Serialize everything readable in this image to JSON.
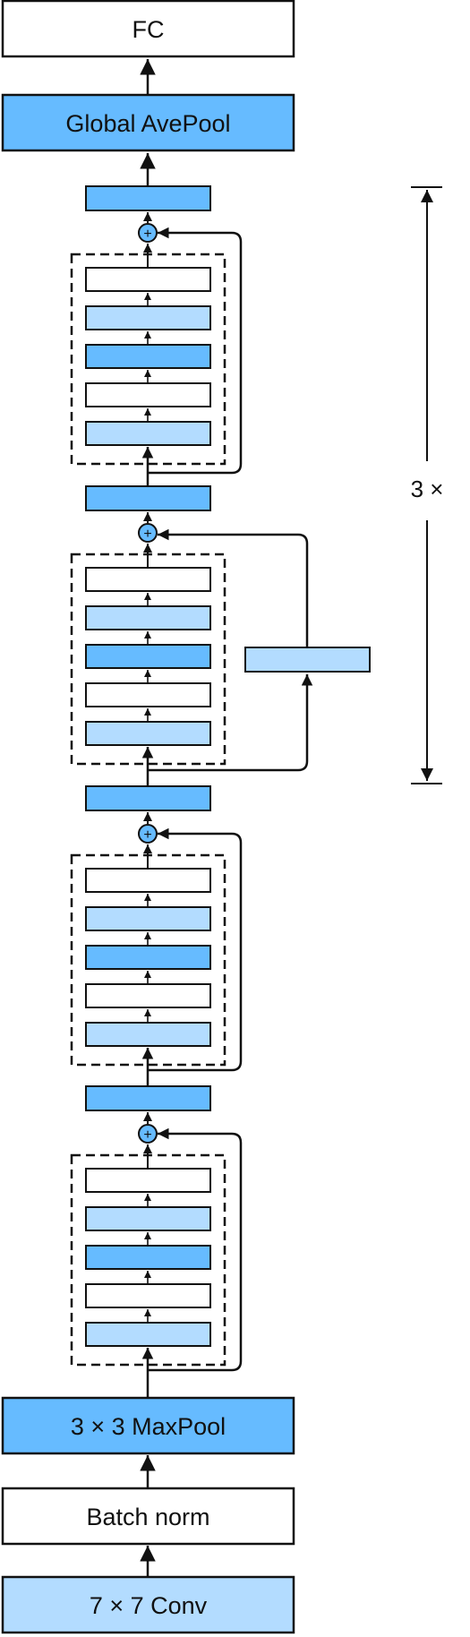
{
  "diagram": {
    "labels": {
      "fc": "FC",
      "global_avepool": "Global AvePool",
      "maxpool": "3 × 3 MaxPool",
      "batch_norm": "Batch norm",
      "conv7": "7 × 7 Conv",
      "repeat": "3 ×",
      "add_symbol": "+"
    },
    "colors": {
      "dark_blue": "#66bbff",
      "light_blue": "#b3dcff",
      "white": "#ffffff",
      "stroke": "#111111"
    },
    "block_pattern": [
      "white",
      "light_blue",
      "dark_blue",
      "white",
      "light_blue"
    ]
  }
}
